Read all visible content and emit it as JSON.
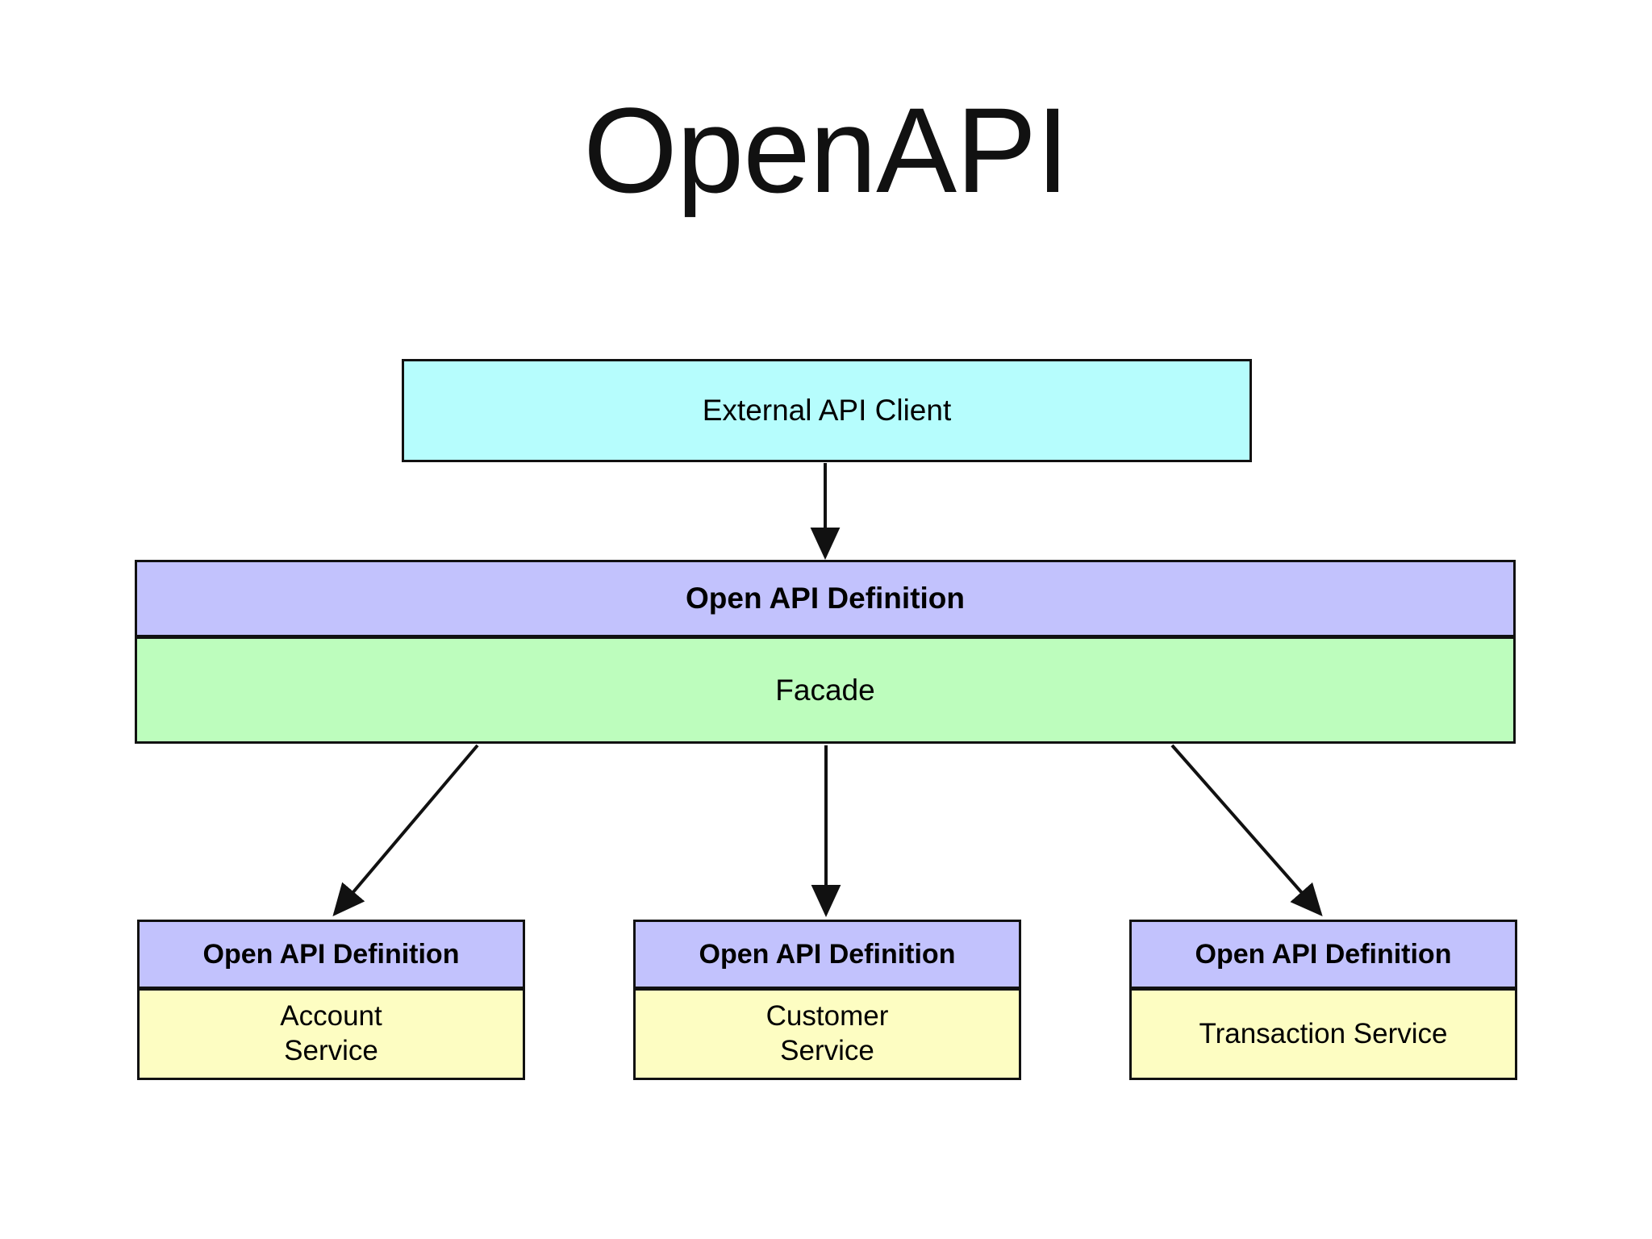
{
  "page": {
    "title": "OpenAPI",
    "background_color": "#ffffff"
  },
  "colors": {
    "client_fill": "#b6fdfd",
    "definition_fill": "#c2c2fd",
    "facade_fill": "#bdfdbd",
    "service_fill": "#fdfdc2",
    "stroke": "#111111",
    "text": "#000000"
  },
  "diagram": {
    "type": "block-diagram",
    "nodes": [
      {
        "id": "external-client",
        "label": "External API Client",
        "fill": "#b6fdfd",
        "bold": false
      },
      {
        "id": "facade",
        "header_label": "Open API Definition",
        "body_label": "Facade",
        "header_fill": "#c2c2fd",
        "body_fill": "#bdfdbd"
      },
      {
        "id": "account-service",
        "header_label": "Open API Definition",
        "body_label": "Account\nService",
        "header_fill": "#c2c2fd",
        "body_fill": "#fdfdc2"
      },
      {
        "id": "customer-service",
        "header_label": "Open API Definition",
        "body_label": "Customer\nService",
        "header_fill": "#c2c2fd",
        "body_fill": "#fdfdc2"
      },
      {
        "id": "transaction-service",
        "header_label": "Open API Definition",
        "body_label": "Transaction Service",
        "header_fill": "#c2c2fd",
        "body_fill": "#fdfdc2"
      }
    ],
    "edges": [
      {
        "from": "external-client",
        "to": "facade",
        "style": "solid-arrow"
      },
      {
        "from": "facade",
        "to": "account-service",
        "style": "solid-arrow"
      },
      {
        "from": "facade",
        "to": "customer-service",
        "style": "solid-arrow"
      },
      {
        "from": "facade",
        "to": "transaction-service",
        "style": "solid-arrow"
      }
    ]
  }
}
